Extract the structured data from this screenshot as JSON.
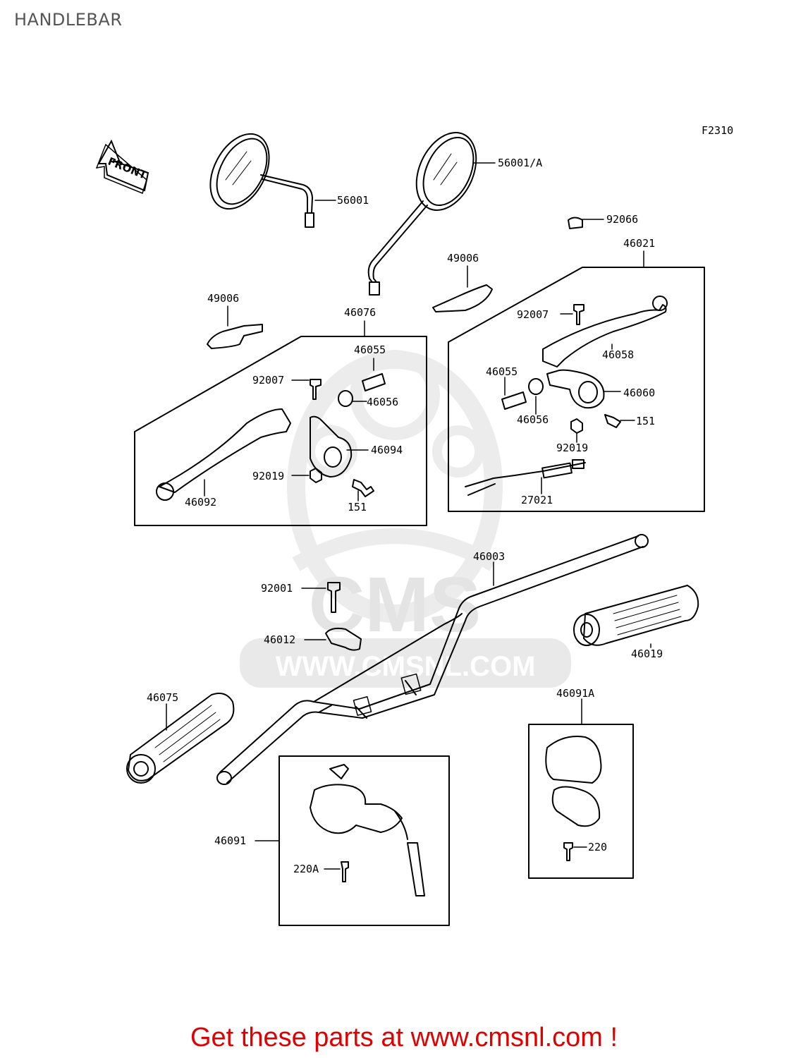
{
  "page": {
    "title": "HANDLEBAR",
    "figure_code": "F2310",
    "front_arrow_label": "FRONT",
    "watermark_logo": "CMS",
    "watermark_url": "WWW.CMSNL.COM",
    "footer": "Get these parts at www.cmsnl.com !"
  },
  "parts": {
    "mirror_left": "56001",
    "mirror_right": "56001/A",
    "cap_92066": "92066",
    "lever_assy_right": "46021",
    "cover_left": "49006",
    "cover_right": "49006",
    "lever_assy_left": "46076",
    "adjuster_left": "46055",
    "bolt_lever_left": "92007",
    "nut_adjuster_left": "46056",
    "holder_left": "46094",
    "nut_left": "92019",
    "lever_left": "46092",
    "screw_left": "151",
    "bolt_lever_right": "92007",
    "lever_right": "46058",
    "adjuster_right": "46055",
    "holder_right": "46060",
    "nut_adjuster_right": "46056",
    "screw_right": "151",
    "nut_right": "92019",
    "switch_harness": "27021",
    "handlebar": "46003",
    "bolt_holder": "92001",
    "holder_handlebar": "46012",
    "grip_right": "46019",
    "grip_left": "46075",
    "housing_right": "46091A",
    "housing_left": "46091",
    "screw_housing_left": "220A",
    "screw_housing_right": "220"
  },
  "colors": {
    "line": "#000000",
    "title": "#555555",
    "footer": "#e00000",
    "watermark": "#e6e6e6"
  }
}
